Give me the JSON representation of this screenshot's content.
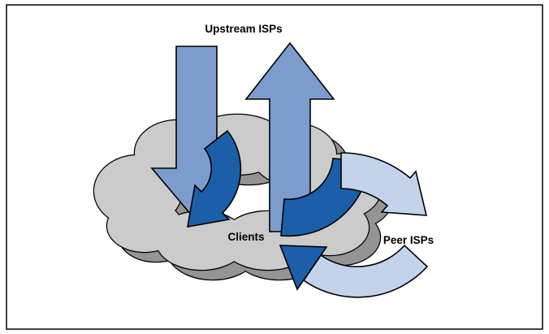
{
  "diagram": {
    "labels": {
      "upstream_isps": "Upstream ISPs",
      "clients": "Clients",
      "peer_isps": "Peer ISPs"
    },
    "colors": {
      "background": "#ffffff",
      "border": "#000000",
      "cloud_fill": "#cbcbcb",
      "cloud_shadow": "#949494",
      "arrow_medium_blue": "#7d9cce",
      "arrow_dark_blue": "#1c5fa8",
      "arrow_light_blue": "#c3d3ea",
      "outline": "#000000"
    },
    "arrows": [
      {
        "icon": "downstream-arrow-icon",
        "shape": "straight-down-into-cloud",
        "color": "medium_blue"
      },
      {
        "icon": "upstream-arrow-icon",
        "shape": "straight-up-to-upstream",
        "color": "medium_blue"
      },
      {
        "icon": "clients-curve-arrow-icon",
        "shape": "curved-down-left-to-clients",
        "color": "dark_blue"
      },
      {
        "icon": "peer-outbound-curve-icon",
        "shape": "curved-up-right-inside-cloud",
        "color": "dark_blue"
      },
      {
        "icon": "peer-outgoing-arrow-icon",
        "shape": "curved-down-right-to-peers",
        "color": "light_blue"
      },
      {
        "icon": "peer-incoming-arrow-icon",
        "shape": "curved-left-into-cloud",
        "color": "light_blue_body_dark_blue_head"
      }
    ]
  }
}
